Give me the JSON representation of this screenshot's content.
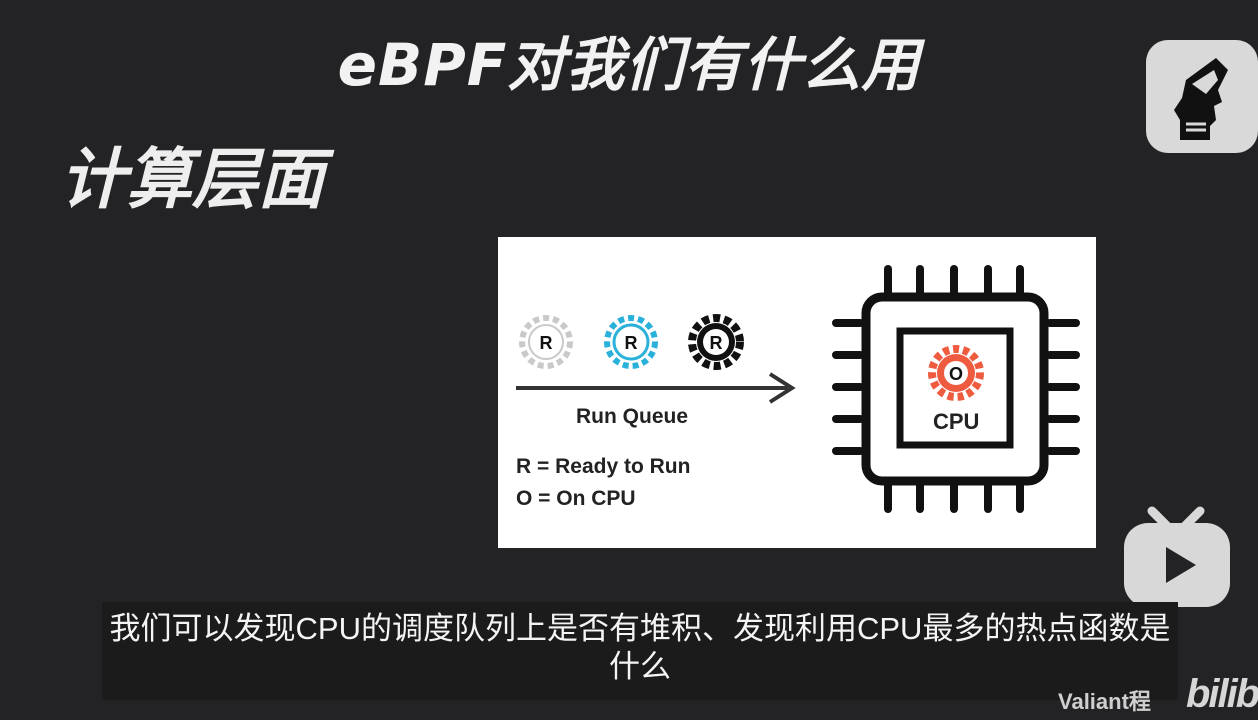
{
  "slide": {
    "title": "eBPF对我们有什么用",
    "subtitle": "计算层面"
  },
  "diagram": {
    "queue_items": [
      "R",
      "R",
      "R"
    ],
    "run_queue_label": "Run Queue",
    "legend": [
      "R = Ready to Run",
      "O = On CPU"
    ],
    "cpu_label": "CPU",
    "on_cpu_marker": "O",
    "colors": {
      "queue_pale": "#cfcfcf",
      "queue_cyan": "#2ab1d9",
      "queue_dark": "#111111",
      "on_cpu": "#ef5b3f"
    }
  },
  "player": {
    "caption": "我们可以发现CPU的调度队列上是否有堆积、发现利用CPU最多的热点函数是什么",
    "watermark": "Valiant程",
    "site_mark": "bilib",
    "play_icon": "bilibili-tv-play-icon",
    "channel_logo_icon": "channel-avatar-icon"
  }
}
